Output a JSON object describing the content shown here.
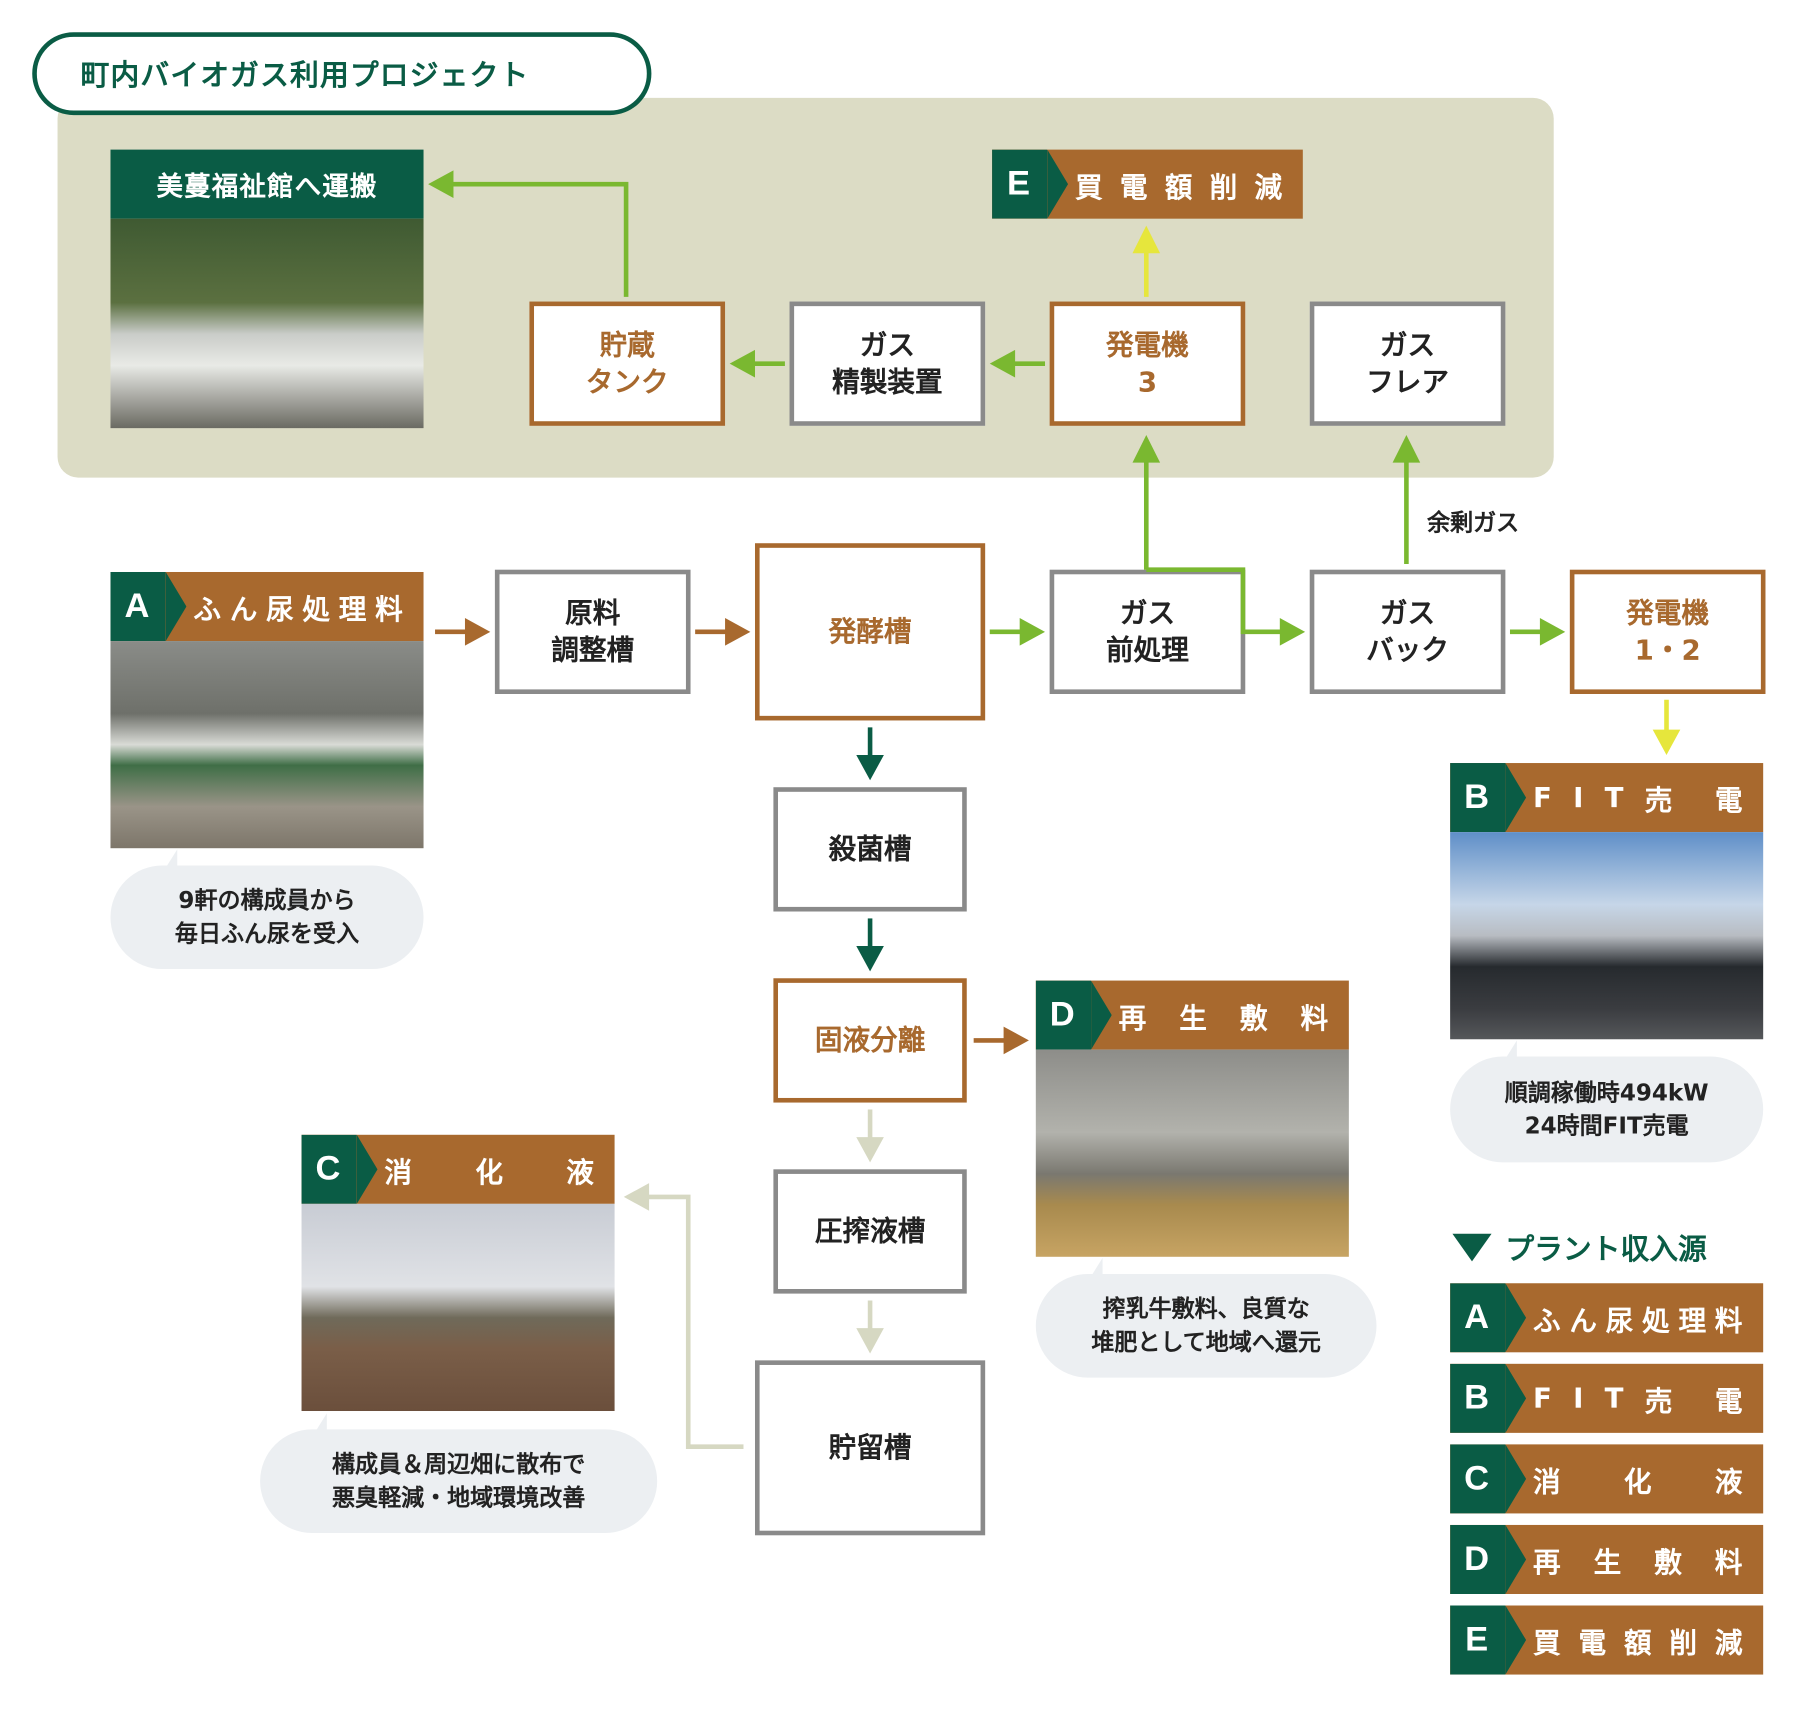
{
  "title": "町内バイオガス利用プロジェクト",
  "transport_label": "美蔓福祉館へ運搬",
  "nodes": {
    "storage_tank": "貯蔵\nタンク",
    "gas_refiner": "ガス\n精製装置",
    "generator3": "発電機\n3",
    "gas_flare": "ガス\nフレア",
    "raw_adjust": "原料\n調整槽",
    "fermenter": "発酵槽",
    "gas_pretreat": "ガス\n前処理",
    "gas_bag": "ガス\nバック",
    "generator12": "発電機\n1・2",
    "sterilizer": "殺菌槽",
    "separator": "固液分離",
    "pressed_tank": "圧搾液槽",
    "reservoir": "貯留槽"
  },
  "surplus_gas": "余剰ガス",
  "labels": {
    "A": {
      "letter": "A",
      "chars": [
        "ふ",
        "ん",
        "尿",
        "処",
        "理",
        "料"
      ]
    },
    "B": {
      "letter": "B",
      "chars": [
        "F",
        "I",
        "T",
        "売",
        "",
        "電"
      ]
    },
    "C": {
      "letter": "C",
      "chars": [
        "消",
        "化",
        "液"
      ]
    },
    "D": {
      "letter": "D",
      "chars": [
        "再",
        "生",
        "敷",
        "料"
      ]
    },
    "E": {
      "letter": "E",
      "chars": [
        "買",
        "電",
        "額",
        "削",
        "減"
      ]
    }
  },
  "bubbles": {
    "A": "9軒の構成員から\n毎日ふん尿を受入",
    "B": "順調稼働時494kW\n24時間FIT売電",
    "C": "構成員＆周辺畑に散布で\n悪臭軽減・地域環境改善",
    "D": "搾乳牛敷料、良質な\n堆肥として地域へ還元"
  },
  "legend_title": "プラント収入源",
  "colors": {
    "green": "#0a5c45",
    "brown": "#a8692e",
    "lightgreen": "#7ab830",
    "yellow": "#e6e63c",
    "panel": "#dcdcc5"
  }
}
